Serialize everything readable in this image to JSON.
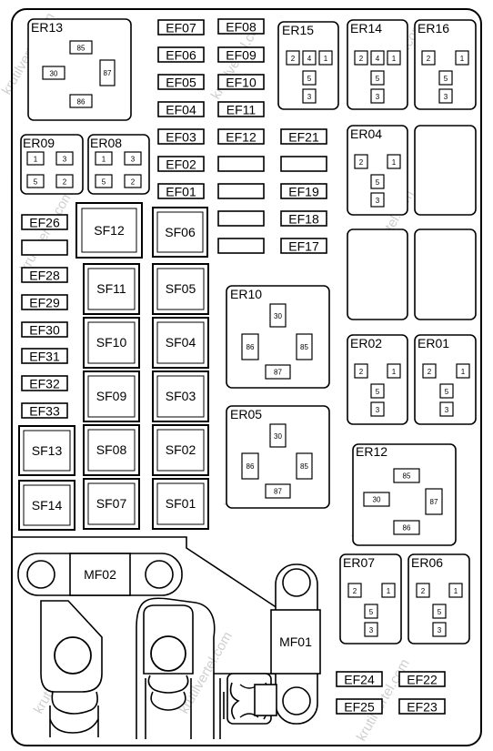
{
  "watermark": "krutilvertel.com",
  "fuses": [
    "EF07",
    "EF08",
    "EF06",
    "EF09",
    "EF05",
    "EF10",
    "EF04",
    "EF11",
    "EF03",
    "EF12",
    "EF21",
    "EF02",
    "EF01",
    "EF19",
    "EF18",
    "EF17",
    "EF26",
    "EF28",
    "EF29",
    "EF30",
    "EF31",
    "EF32",
    "EF33",
    "EF24",
    "EF22",
    "EF25",
    "EF23"
  ],
  "slow_fuses": [
    "SF12",
    "SF06",
    "SF11",
    "SF05",
    "SF10",
    "SF04",
    "SF09",
    "SF03",
    "SF13",
    "SF08",
    "SF02",
    "SF14",
    "SF07",
    "SF01"
  ],
  "mega_fuses": [
    "MF02",
    "MF01"
  ],
  "relays": [
    "ER13",
    "ER15",
    "ER14",
    "ER16",
    "ER09",
    "ER08",
    "ER04",
    "ER10",
    "ER02",
    "ER01",
    "ER05",
    "ER12",
    "ER07",
    "ER06"
  ],
  "pins": {
    "p85": "85",
    "p86": "86",
    "p87": "87",
    "p30": "30",
    "p1": "1",
    "p2": "2",
    "p3": "3",
    "p4": "4",
    "p5": "5"
  }
}
